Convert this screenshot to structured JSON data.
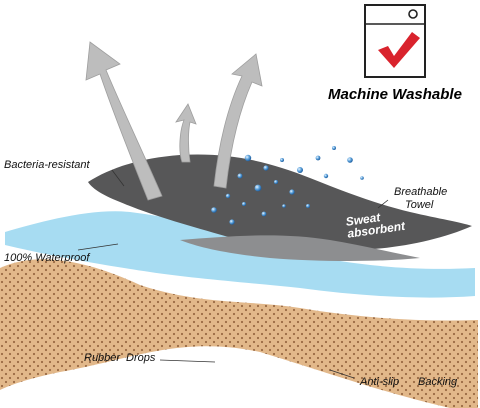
{
  "feature_labels": {
    "machine_washable": "Machine Washable",
    "bacteria_resistant": "Bacteria-resistant",
    "breathable": "Breathable",
    "towel": "Towel",
    "sweat": "Sweat",
    "absorbent": "absorbent",
    "waterproof": "100% Waterproof",
    "rubber": "Rubber",
    "drops": "Drops",
    "anti_slip": "Anti-slip",
    "backing": "Backing"
  },
  "icons": [
    "washing-machine-icon",
    "checkmark-icon",
    "breathing-arrow-icon",
    "water-drop-icon"
  ],
  "colors": {
    "towel_layer": "#575758",
    "waterproof_layer": "#a7dcf2",
    "backing_layer": "#e2b88a",
    "rubber_dots": "#9a6a43",
    "checkmark": "#d9232d",
    "arrows": "#bdbdbd",
    "droplets": "#4a8fd0"
  }
}
